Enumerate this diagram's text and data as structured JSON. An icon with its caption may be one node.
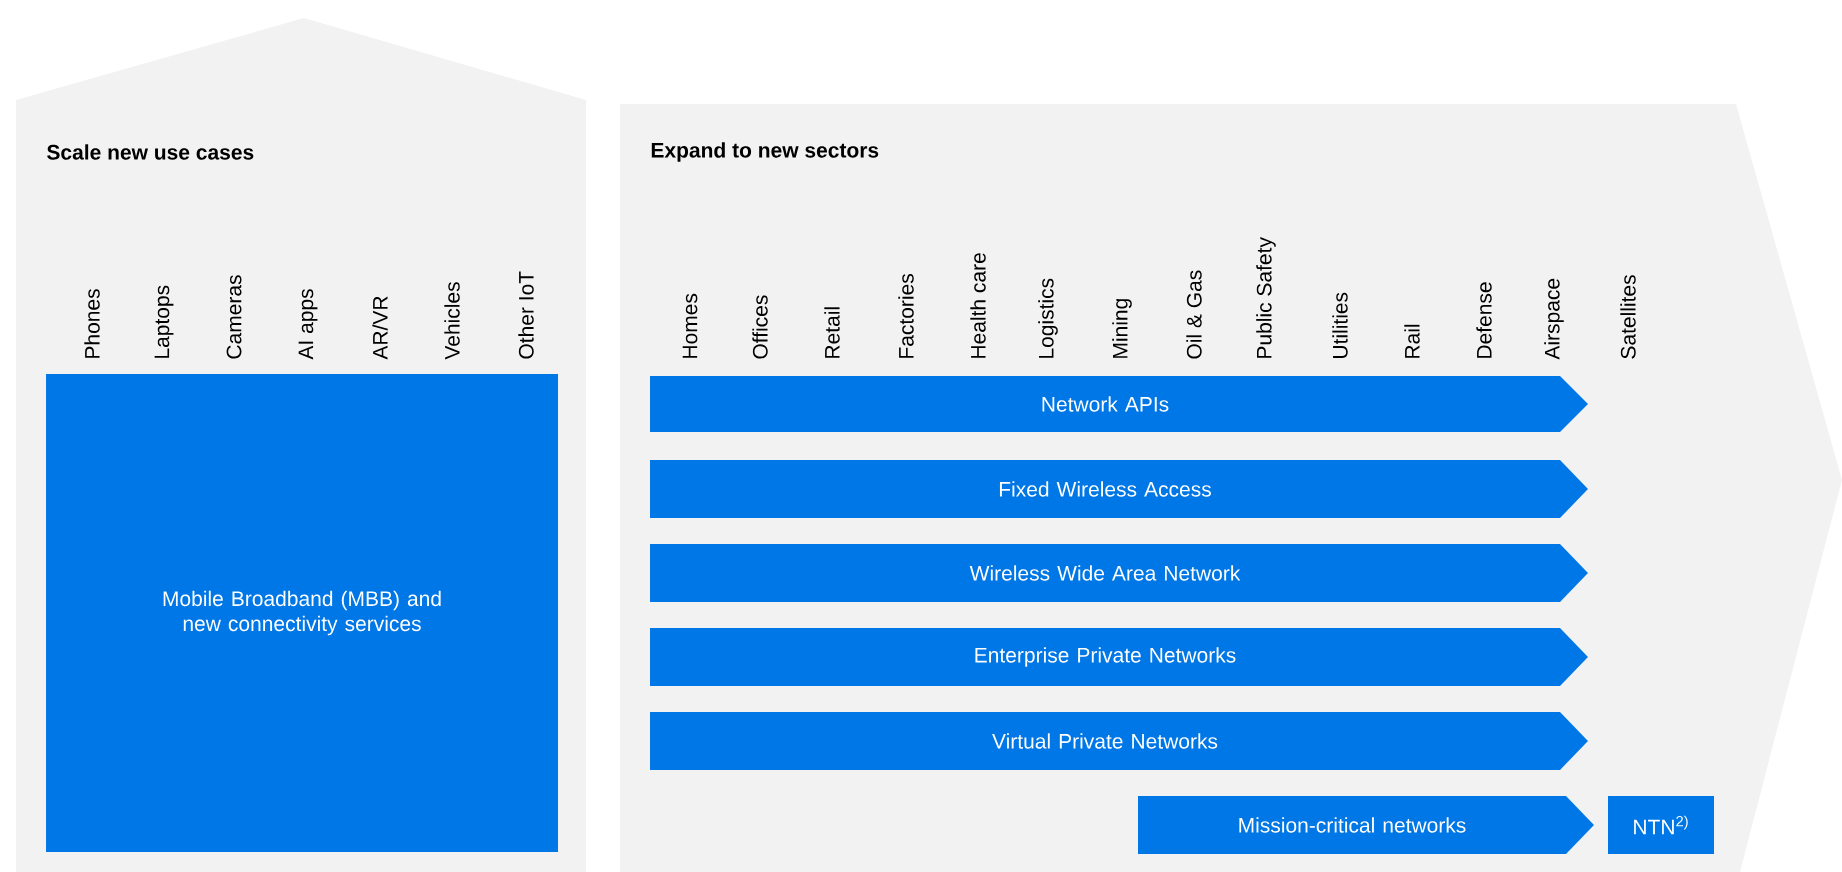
{
  "diagram": {
    "nodes": [
      {
        "text": [
          "Scale new use cases"
        ]
      },
      {
        "text": [
          "Expand to new sectors"
        ]
      },
      {
        "text": [
          "Mobile Broadband (MBB) and new connectivity services"
        ],
        "in": 0
      },
      {
        "text": [
          "Network APIs"
        ],
        "in": 1
      },
      {
        "text": [
          "Fixed Wireless Access"
        ],
        "in": 1
      },
      {
        "text": [
          "Wireless Wide Area Network"
        ],
        "in": 1
      },
      {
        "text": [
          "Enterprise Private Networks"
        ],
        "in": 1
      },
      {
        "text": [
          "Virtual Private Networks"
        ],
        "in": 1
      },
      {
        "text": [
          "Mission-critical networks"
        ],
        "in": 1
      },
      {
        "text": [
          "NTN$^{2)}$"
        ],
        "in": 1
      }
    ],
    "labels": [
      "Phones",
      "Laptops",
      "Cameras",
      "AI apps",
      "AR/VR",
      "Vehicles",
      "Other IoT",
      "Homes",
      "Offices",
      "Retail",
      "Factories",
      "Health care",
      "Logistics",
      "Mining",
      "Oil & Gas",
      "Public Safety",
      "Utilities",
      "Rail",
      "Defense",
      "Airspace",
      "Satellites"
    ]
  }
}
